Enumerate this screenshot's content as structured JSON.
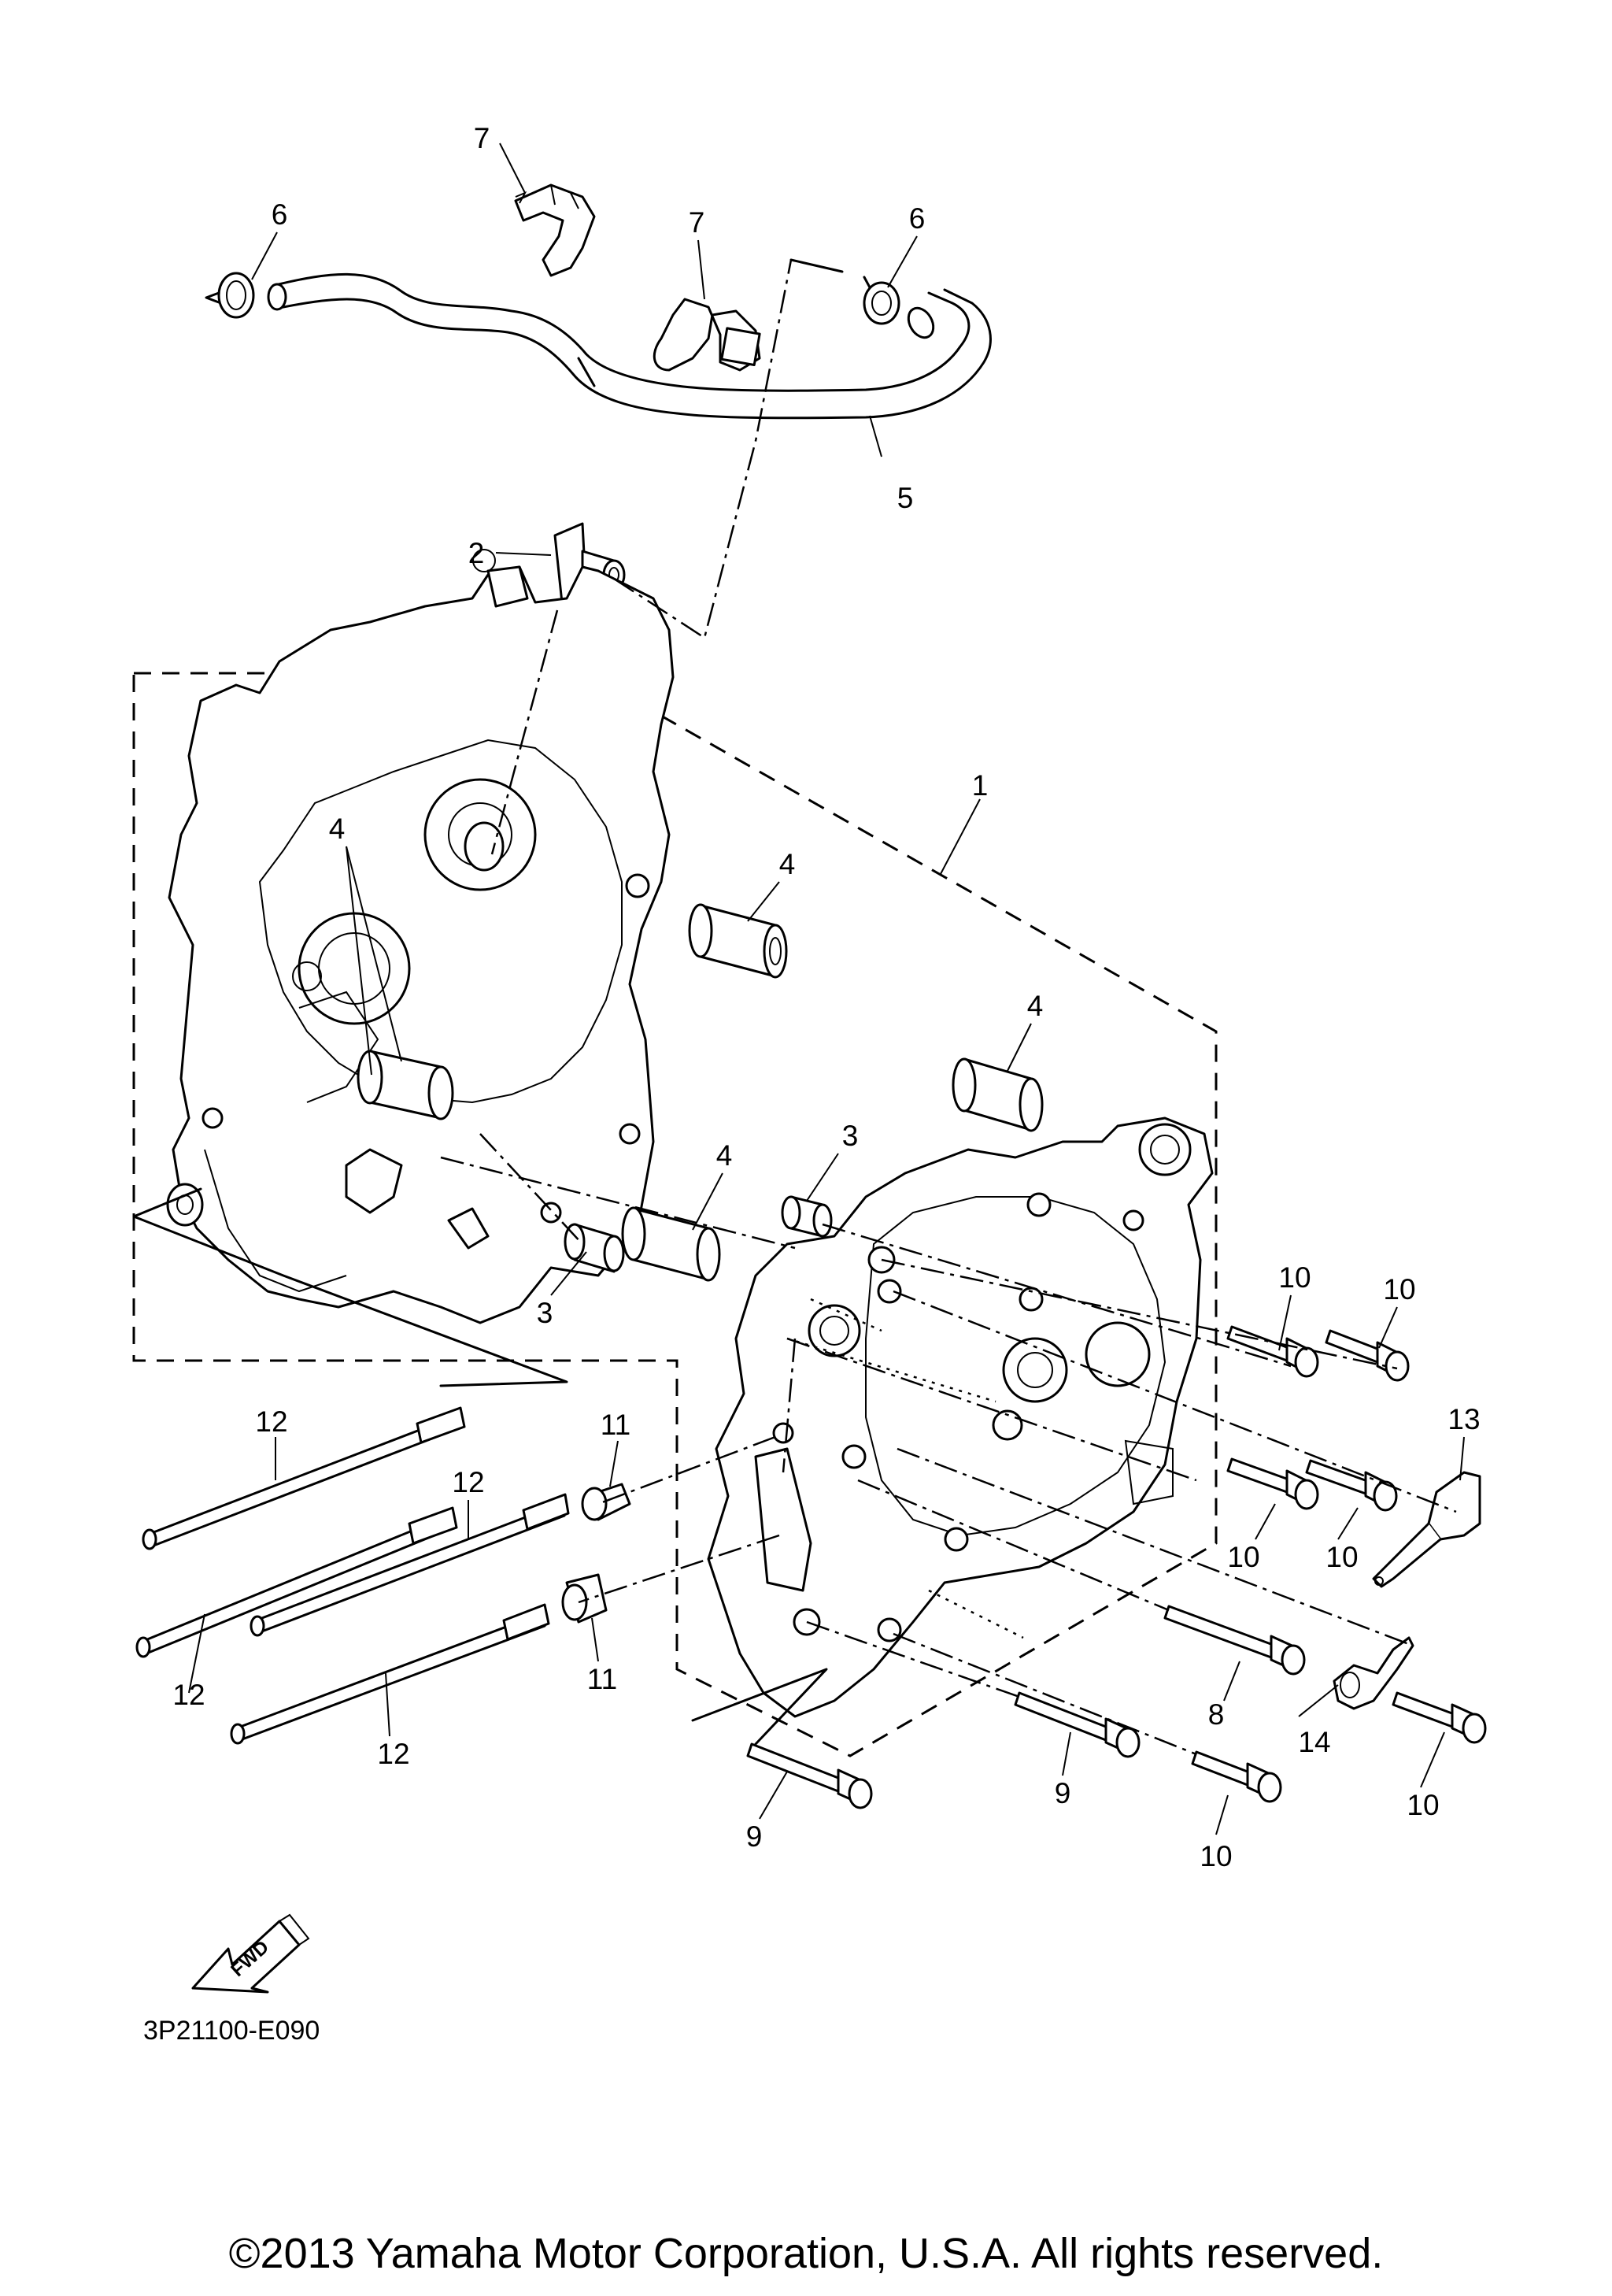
{
  "diagram": {
    "labels": {
      "l1": "1",
      "l2": "2",
      "l3a": "3",
      "l3b": "3",
      "l4a": "4",
      "l4b": "4",
      "l4c": "4",
      "l4d": "4",
      "l5": "5",
      "l6a": "6",
      "l6b": "6",
      "l7a": "7",
      "l7b": "7",
      "l8": "8",
      "l9a": "9",
      "l9b": "9",
      "l10a": "10",
      "l10b": "10",
      "l10c": "10",
      "l10d": "10",
      "l10e": "10",
      "l10f": "10",
      "l11a": "11",
      "l11b": "11",
      "l12a": "12",
      "l12b": "12",
      "l12c": "12",
      "l12d": "12",
      "l13": "13",
      "l14": "14"
    },
    "fwd": "FWD",
    "code": "3P21100-E090",
    "copyright": "©2013 Yamaha Motor Corporation, U.S.A. All rights reserved."
  }
}
